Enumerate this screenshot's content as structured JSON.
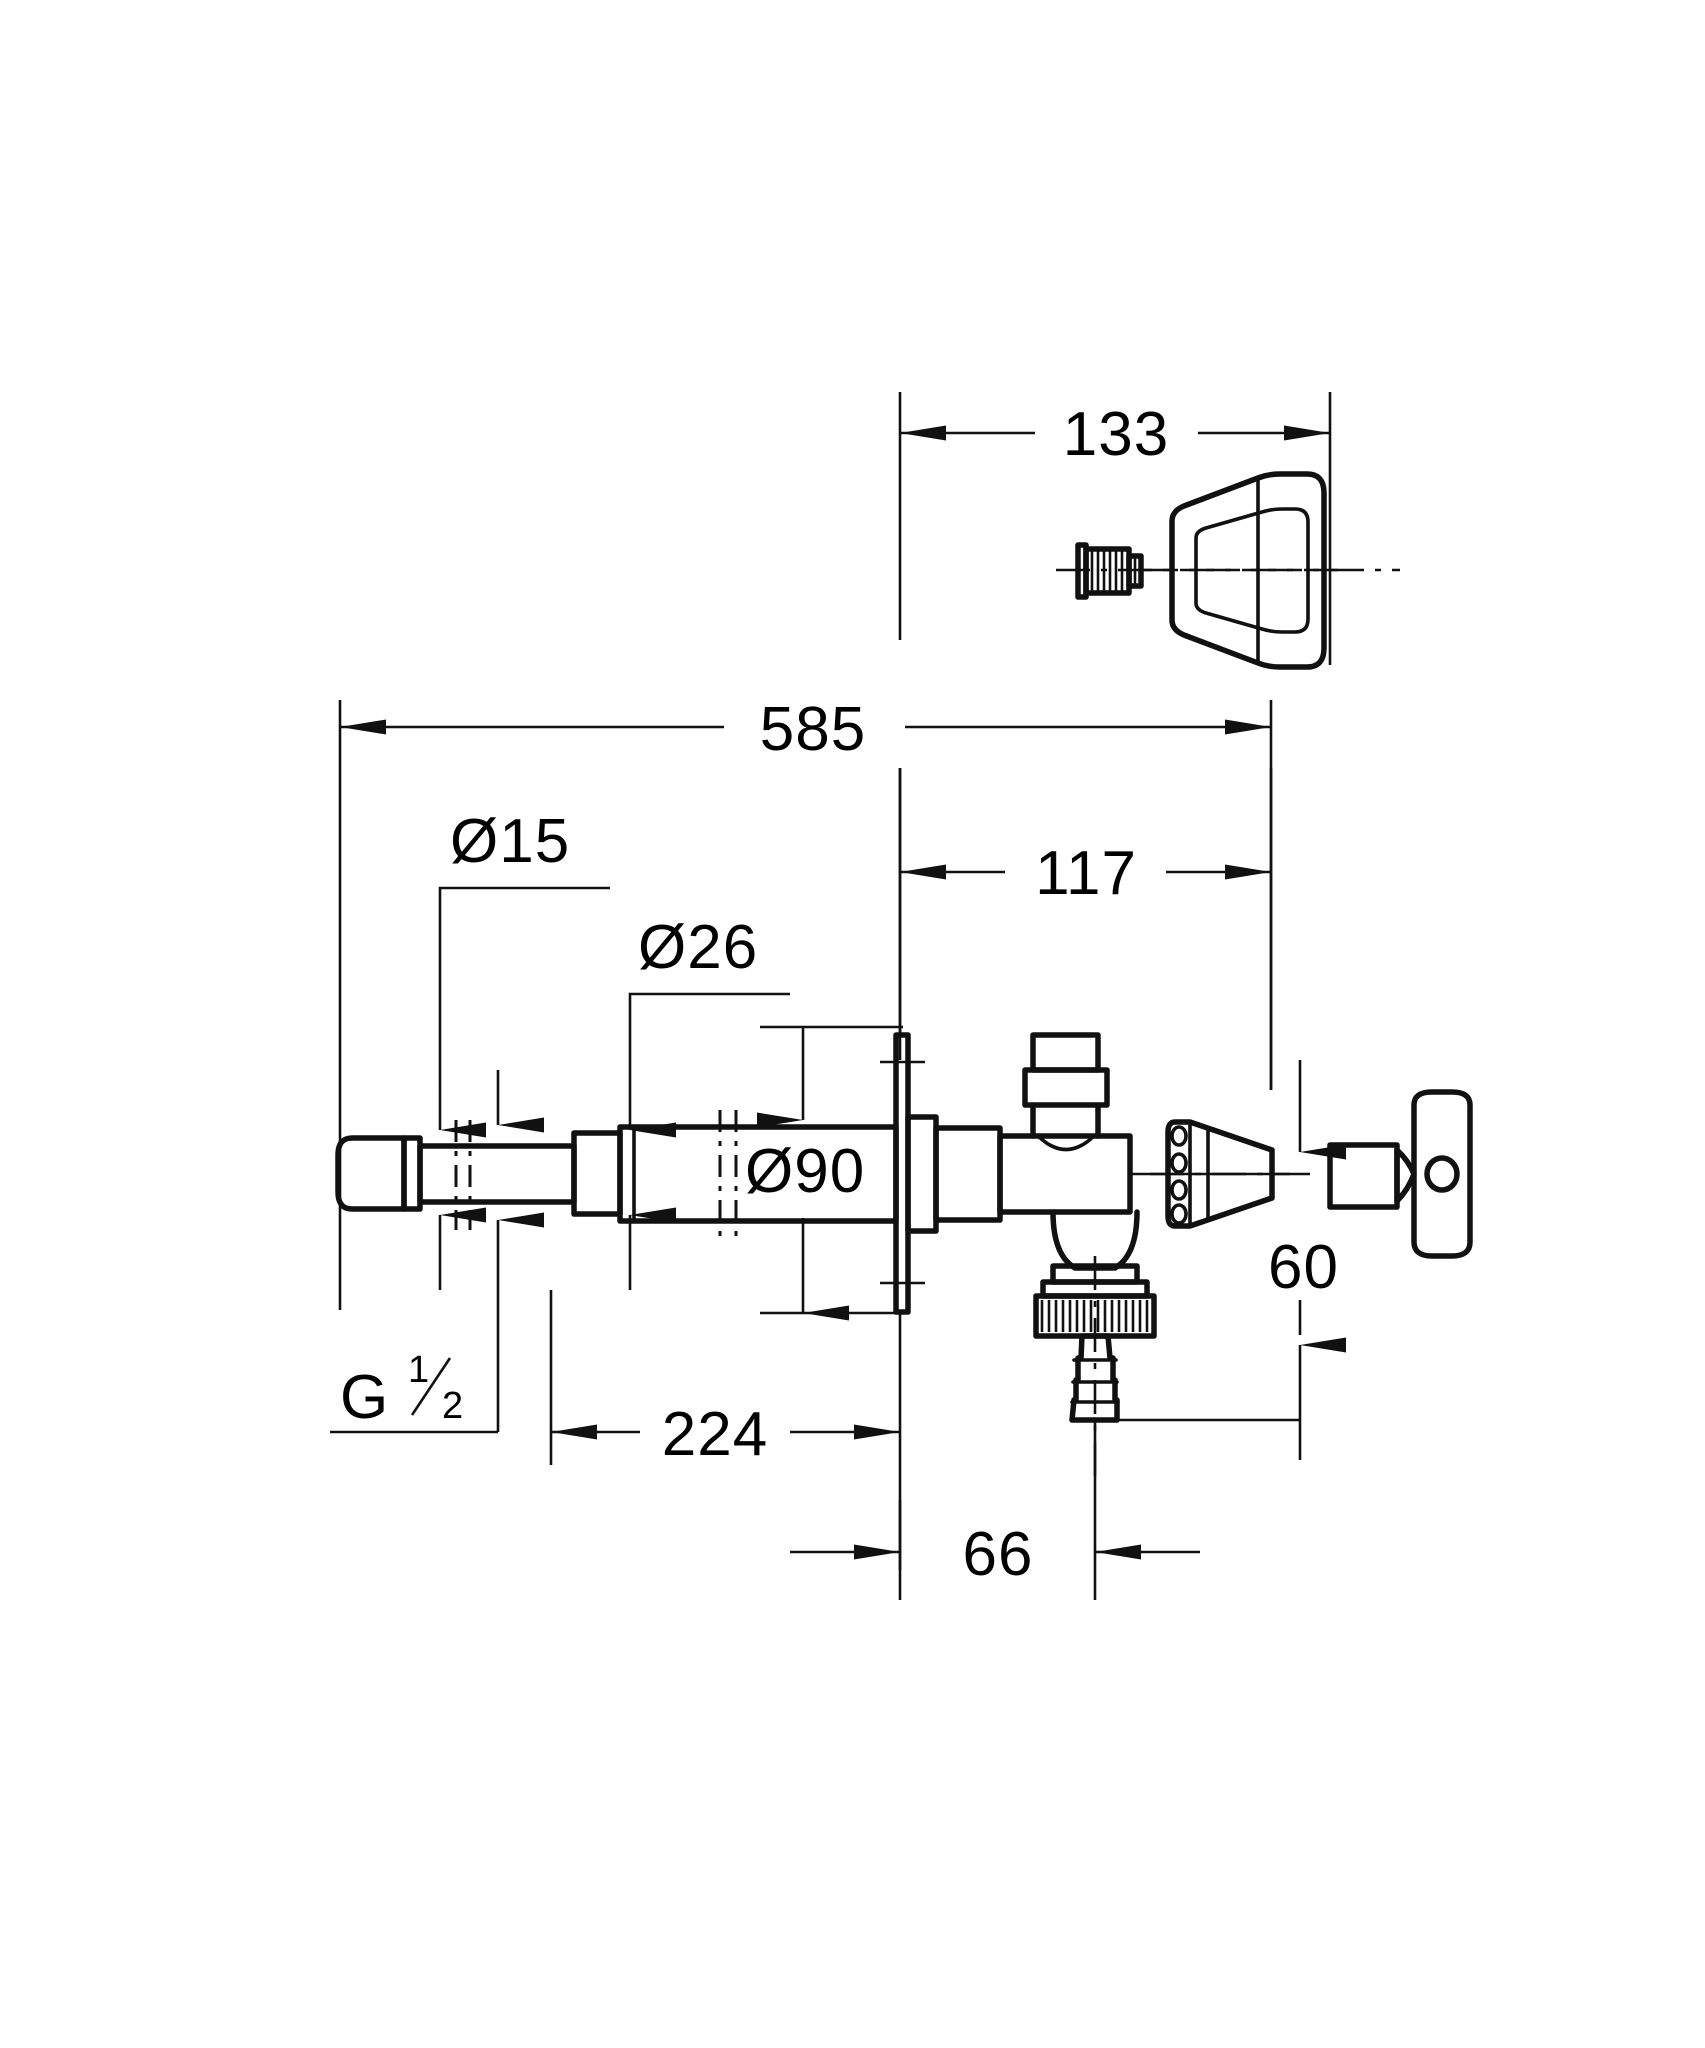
{
  "drawing": {
    "title": "Wall-mounted valve technical dimension drawing",
    "units": "mm",
    "line_color": "#111111",
    "background_color": "#ffffff"
  },
  "dimensions": {
    "handle_width": "133",
    "overall_length": "585",
    "pipe_small_dia": "Ø15",
    "pipe_large_dia": "Ø26",
    "flange_dia": "Ø90",
    "body_projection": "117",
    "spindle_offset": "60",
    "shaft_length": "224",
    "outlet_offset": "66",
    "thread_label_main": "G",
    "thread_label_numerator": "1",
    "thread_label_denominator": "2"
  },
  "parts": {
    "handle_knob": "handle-knob-detail",
    "handle_screw": "handle-screw-detail",
    "inlet_pipe": "inlet-pipe",
    "wall_flange": "wall-flange",
    "valve_body": "valve-body",
    "top_outlet": "top-outlet-fitting",
    "hose_connector": "hose-connector",
    "spindle_handle": "spindle-handle"
  },
  "icons": {
    "arrow": "dimension-arrow-icon",
    "diameter": "diameter-symbol-icon",
    "break": "break-line-icon",
    "center": "center-line-icon"
  }
}
